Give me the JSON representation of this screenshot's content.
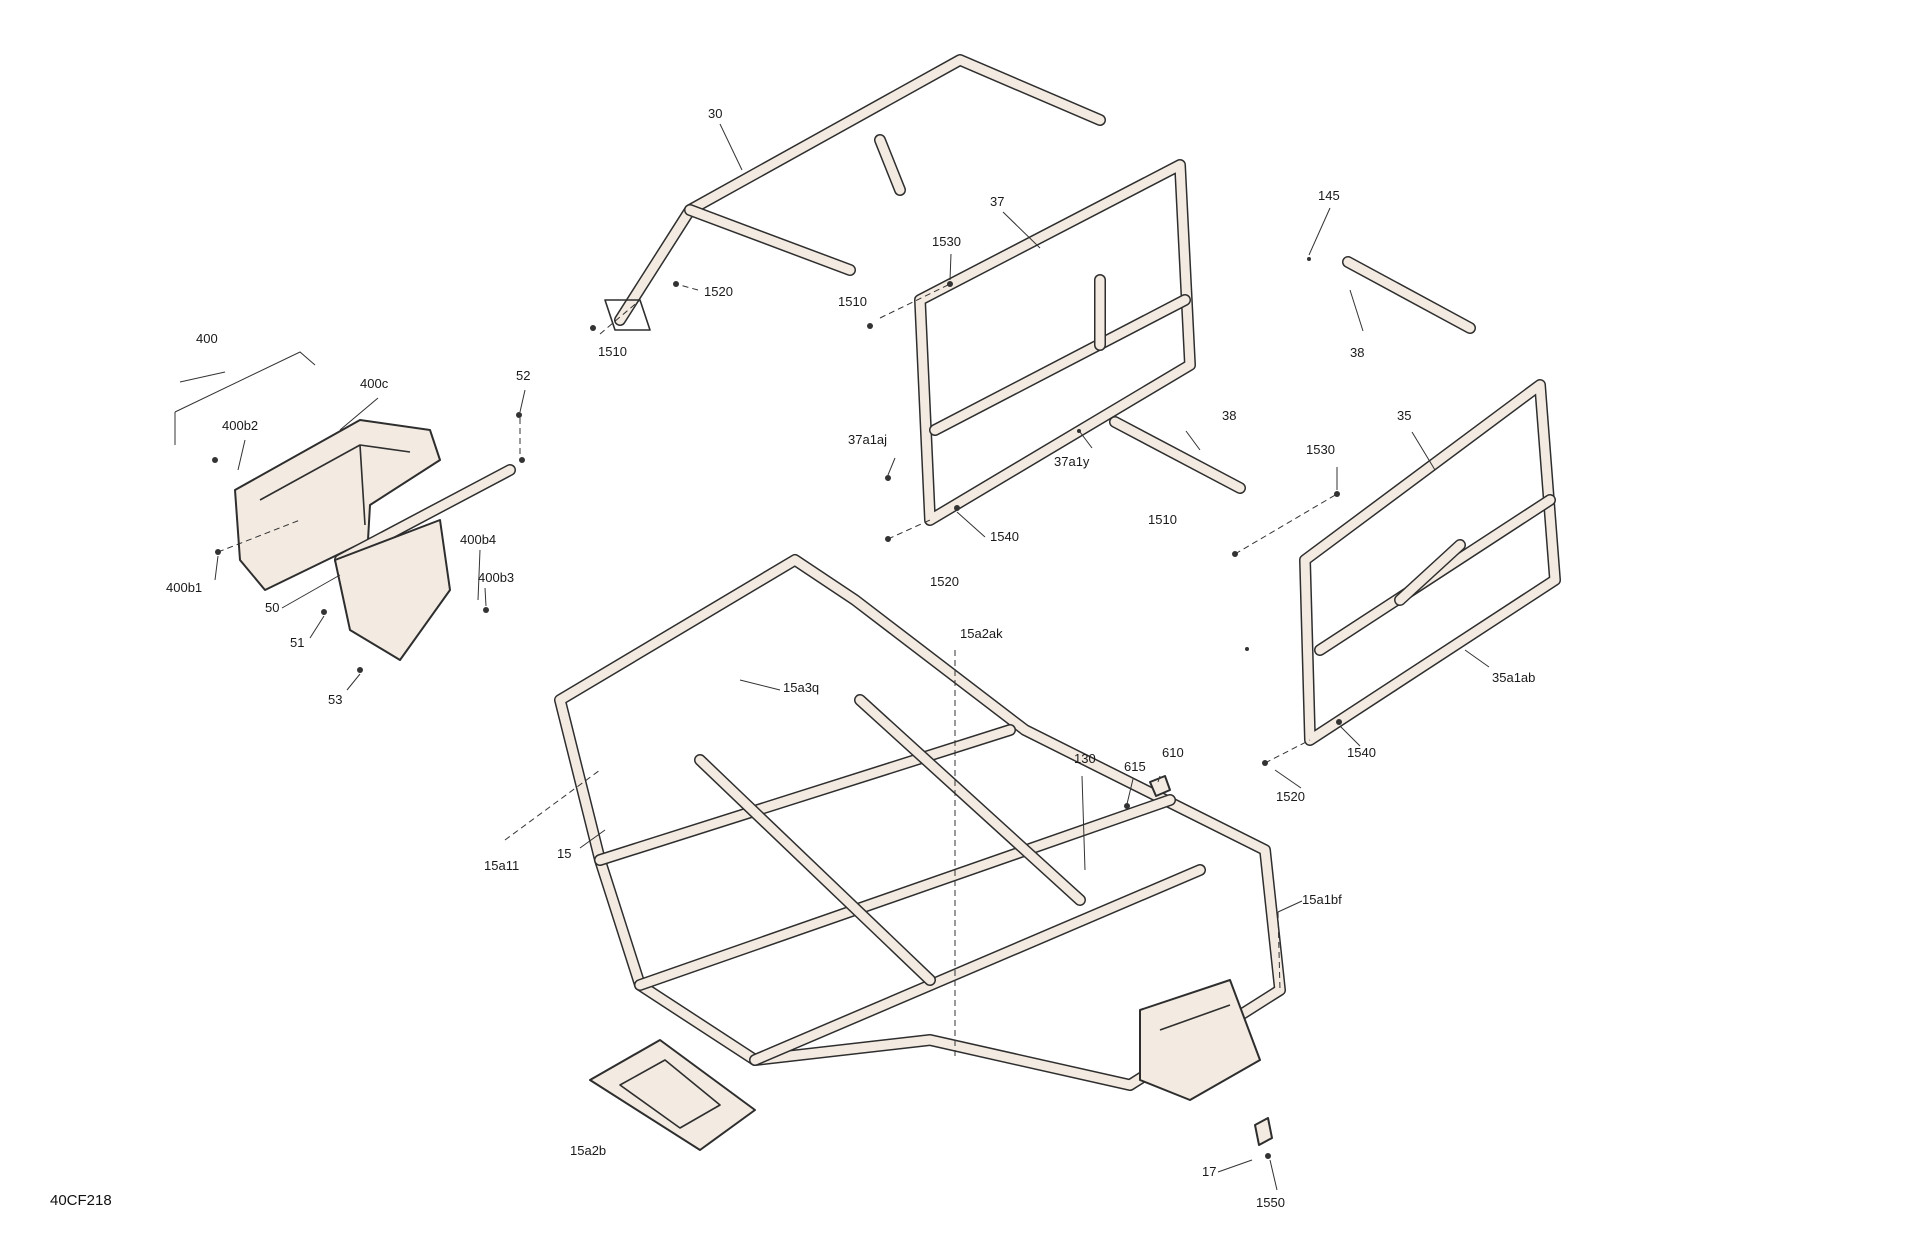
{
  "diagram_code": "40CF218",
  "callouts": {
    "c30": "30",
    "c37": "37",
    "c145": "145",
    "c1530a": "1530",
    "c1520a": "1520",
    "c1510a": "1510",
    "c1510b": "1510",
    "c1510c": "1510",
    "c38a": "38",
    "c38b": "38",
    "c35": "35",
    "c1530b": "1530",
    "c37a1aj": "37a1aj",
    "c37a1y": "37a1y",
    "c1540a": "1540",
    "c1520b": "1520",
    "c400": "400",
    "c400c": "400c",
    "c52": "52",
    "c400b2": "400b2",
    "c400b4": "400b4",
    "c400b3": "400b3",
    "c400b1": "400b1",
    "c50": "50",
    "c51": "51",
    "c53": "53",
    "c15a2ak": "15a2ak",
    "c15a3q": "15a3q",
    "c35a1ab": "35a1ab",
    "c1540b": "1540",
    "c1520c": "1520",
    "c130": "130",
    "c615": "615",
    "c610": "610",
    "c15a11": "15a11",
    "c15": "15",
    "c15a1bf": "15a1bf",
    "c15a2b": "15a2b",
    "c17": "17",
    "c1550": "1550"
  }
}
